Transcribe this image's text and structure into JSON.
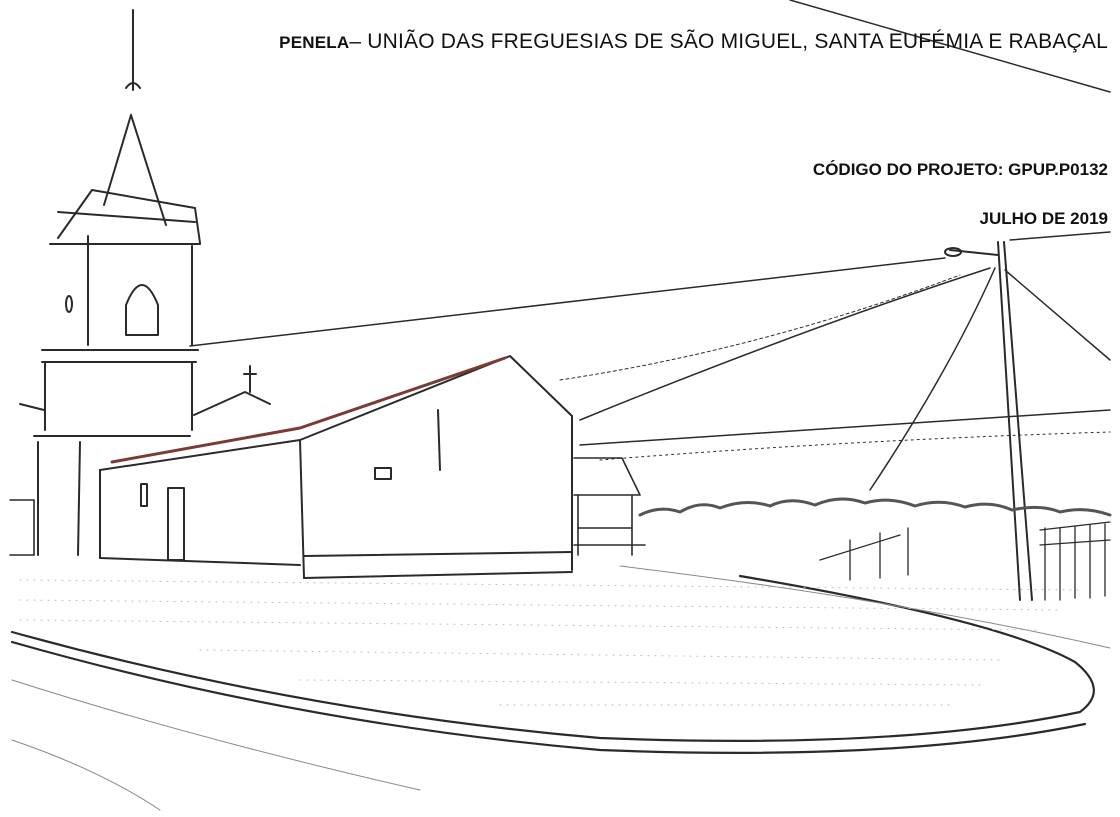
{
  "header": {
    "municipality": "PENELA",
    "separator": "– ",
    "parish_union": "UNIÃO DAS FREGUESIAS DE SÃO MIGUEL, SANTA EUFÉMIA E RABAÇAL",
    "project_code": "CÓDIGO DO PROJETO: GPUP.P0132",
    "date": "JULHO DE 2019"
  },
  "illustration": {
    "subject": "church-with-bell-tower-sketch",
    "ink_color": "#2a2a2a",
    "roof_color": "#7a3b33"
  }
}
